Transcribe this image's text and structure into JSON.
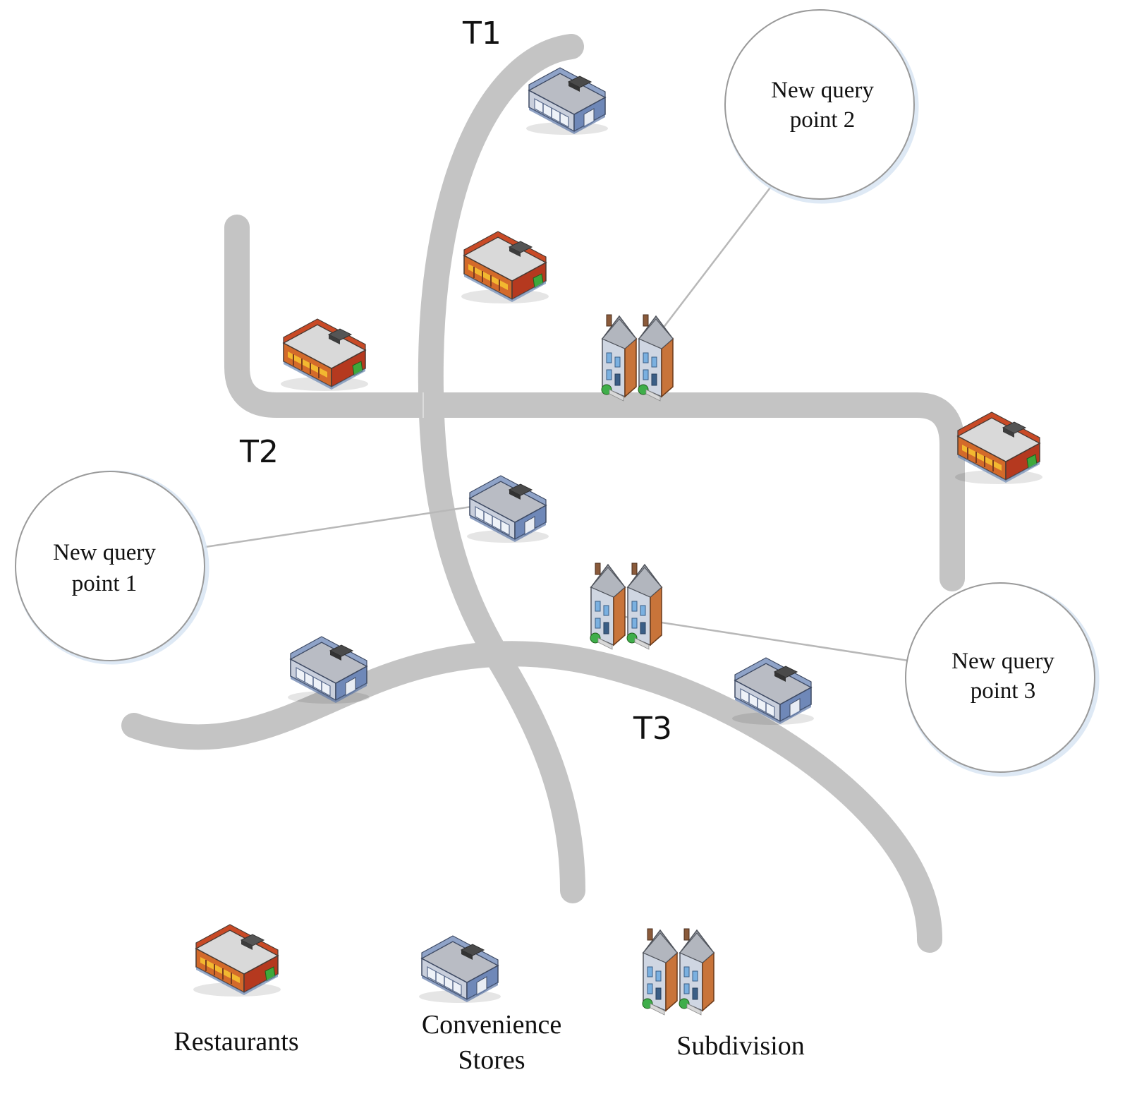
{
  "roads": [
    {
      "label": "T1"
    },
    {
      "label": "T2"
    },
    {
      "label": "T3"
    }
  ],
  "query_points": [
    {
      "line1": "New query",
      "line2": "point 1"
    },
    {
      "line1": "New query",
      "line2": "point 2"
    },
    {
      "line1": "New query",
      "line2": "point 3"
    }
  ],
  "legend": {
    "restaurants": "Restaurants",
    "convenience_line1": "Convenience",
    "convenience_line2": "Stores",
    "subdivision": "Subdivision"
  },
  "colors": {
    "road": "#c4c4c4",
    "restaurant_wall": "#c94a26",
    "restaurant_roof": "#d9d9d9",
    "store_wall": "#8fa3c8",
    "store_roof": "#b9bcc4",
    "house_wall": "#c8743a",
    "house_roof": "#9ea2aa",
    "house_trim": "#7ab0e0"
  },
  "icons": [
    "restaurant-icon",
    "convenience-store-icon",
    "subdivision-icon"
  ]
}
